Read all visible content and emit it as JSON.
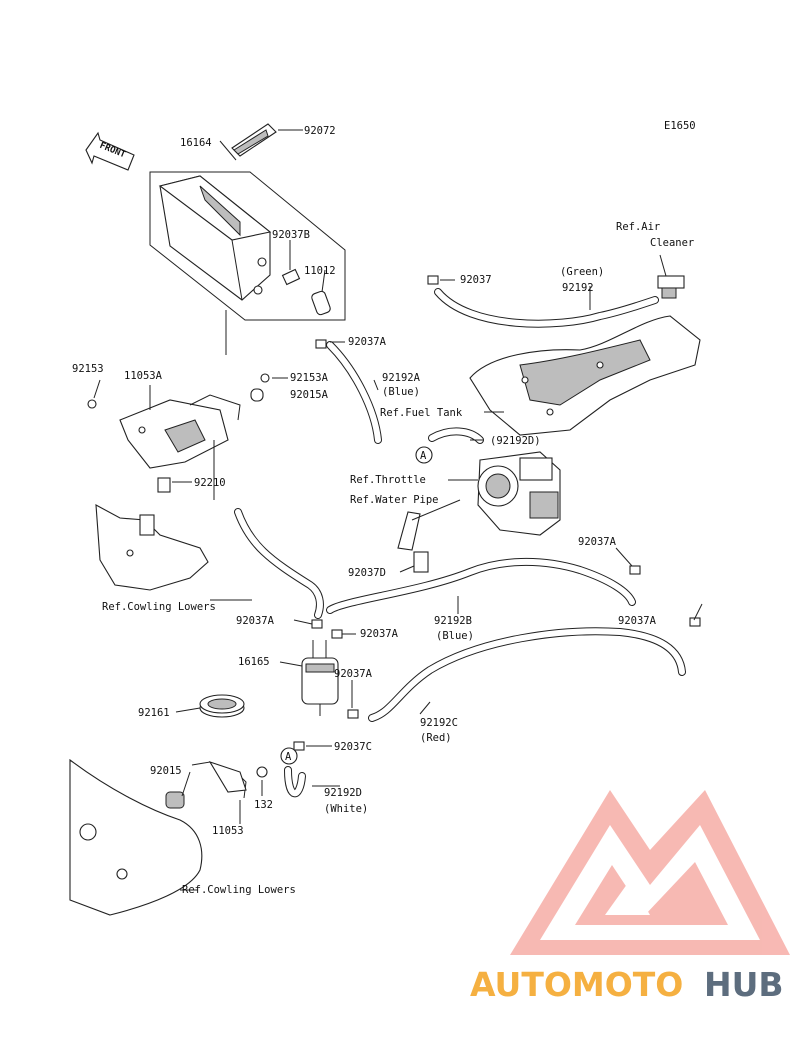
{
  "diagram_code": "E1650",
  "front_label": "FRONT",
  "labels": {
    "p16164": "16164",
    "p92072": "92072",
    "p92037B": "92037B",
    "p11012": "11012",
    "p92037_top": "92037",
    "p92192": "92192",
    "green": "(Green)",
    "ref_air_1": "Ref.Air",
    "ref_air_2": "Cleaner",
    "p92037A_1": "92037A",
    "p92153_left": "92153",
    "p11053A": "11053A",
    "p92153A": "92153A",
    "p92015A": "92015A",
    "p92192A": "92192A",
    "blue_1": "(Blue)",
    "ref_fuel_tank": "Ref.Fuel Tank",
    "p92192D_paren": "(92192D)",
    "ref_throttle": "Ref.Throttle",
    "ref_water_pipe": "Ref.Water Pipe",
    "p92210": "92210",
    "p92037D": "92037D",
    "p92037A_right1": "92037A",
    "ref_cowling_1": "Ref.Cowling Lowers",
    "p92037A_mid_left": "92037A",
    "p92037A_mid_right": "92037A",
    "p92192B": "92192B",
    "blue_2": "(Blue)",
    "p92037A_right2": "92037A",
    "p16165": "16165",
    "p92037A_filter": "92037A",
    "p92161": "92161",
    "p92192C": "92192C",
    "red": "(Red)",
    "p92037C": "92037C",
    "p92015": "92015",
    "p132": "132",
    "p92192D": "92192D",
    "white": "(White)",
    "p11053": "11053",
    "ref_cowling_2": "Ref.Cowling Lowers",
    "callout_a": "A"
  },
  "watermark": {
    "text_left": "AUTOMOTO",
    "text_right": "HUB",
    "color_primary": "#f28b82",
    "color_accent": "#f5b041",
    "color_dark": "#5d6d7e"
  }
}
